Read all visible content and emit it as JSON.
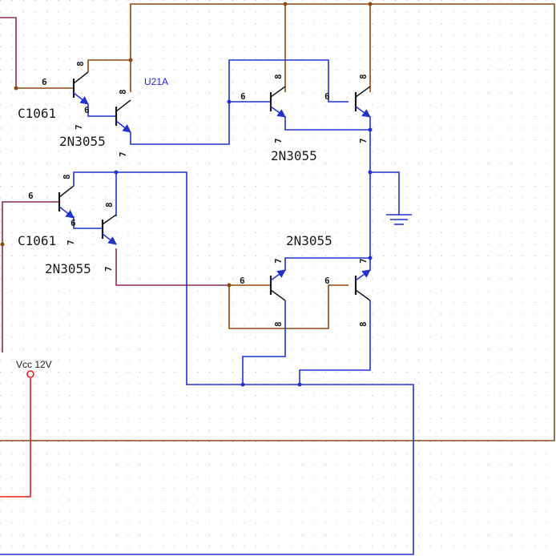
{
  "colors": {
    "brown": "#8b4a12",
    "blue": "#2233cc",
    "purple": "#8b2a5a",
    "red": "#e02020",
    "grid": "#bbbbbb",
    "component": "#1a1a1a"
  },
  "labels": {
    "ref_u21a": "U21A",
    "vcc": "Vcc 12V",
    "q1_name": "C1061",
    "q2_name": "2N3055",
    "q3_name": "C1061",
    "q4_name": "2N3055",
    "q5_name": "2N3055",
    "q6_name": "2N3055"
  },
  "pins": {
    "q1_b": "6",
    "q1_c": "8",
    "q1_e": "7",
    "q2_b": "6",
    "q2_c": "8",
    "q2_e": "7",
    "q3_b": "6",
    "q3_c": "8",
    "q3_e": "7",
    "q4_b": "6",
    "q4_c": "8",
    "q4_e": "7",
    "q5_b": "6",
    "q5_c": "8",
    "q5_e": "7",
    "q6_b": "6",
    "q6_c": "8",
    "q6_e": "7",
    "q7_b": "6",
    "q7_c": "7",
    "q7_e": "8",
    "q8_b": "6",
    "q8_c": "7",
    "q8_e": "8"
  }
}
